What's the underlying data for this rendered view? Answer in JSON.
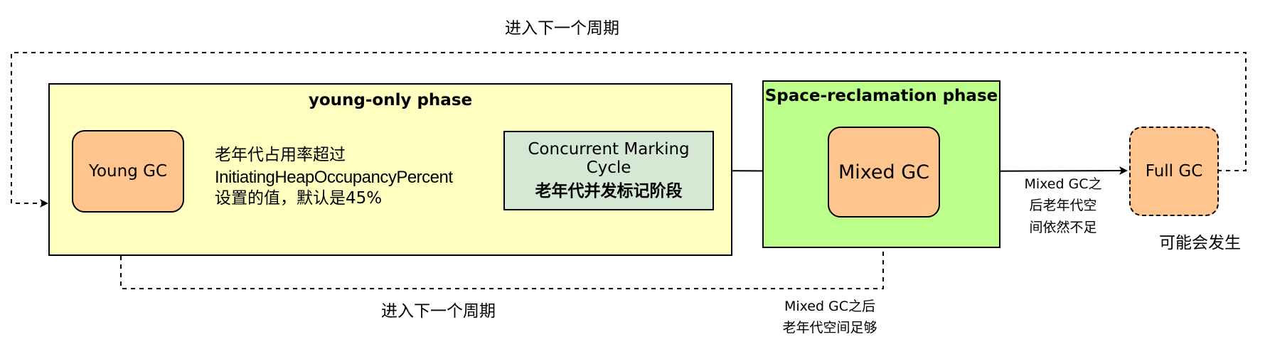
{
  "phases": {
    "young_only": {
      "title": "young-only phase",
      "fill": "#ffffc0"
    },
    "space_reclamation": {
      "title": "Space-reclamation phase",
      "fill": "#bcff8a"
    }
  },
  "nodes": {
    "young_gc": "Young GC",
    "concurrent_marking": {
      "line1": "Concurrent Marking Cycle",
      "line2": "老年代并发标记阶段"
    },
    "mixed_gc": "Mixed GC",
    "full_gc": "Full GC"
  },
  "edges": {
    "young_to_marking": [
      "老年代占用率超过",
      "InitiatingHeapOccupancyPercent",
      "设置的值，默认是45%"
    ],
    "mixed_to_full": [
      "Mixed GC之",
      "后老年代空",
      "间依然不足"
    ],
    "mixed_to_young": [
      "Mixed GC之后",
      "老年代空间足够"
    ],
    "cycle_top": "进入下一个周期",
    "cycle_bottom": "进入下一个周期",
    "full_gc_note": "可能会发生"
  },
  "colors": {
    "node_orange": "#ffc58f",
    "marking_fill": "#d5e8d4",
    "stroke": "#000000"
  }
}
